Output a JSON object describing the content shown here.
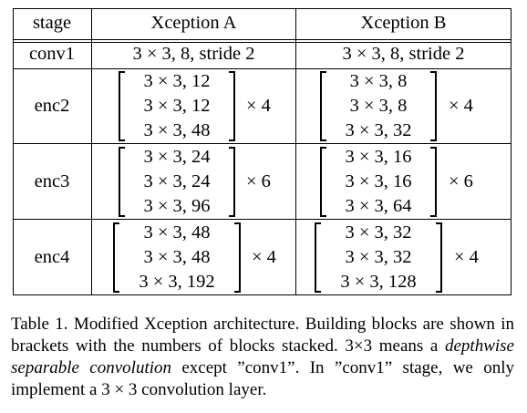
{
  "table": {
    "headers": [
      "stage",
      "Xception A",
      "Xception B"
    ],
    "conv1": {
      "stage": "conv1",
      "a": "3 × 3, 8, stride 2",
      "b": "3 × 3, 8, stride 2"
    },
    "rows": [
      {
        "stage": "enc2",
        "a": {
          "lines": [
            "3 × 3, 12",
            "3 × 3, 12",
            "3 × 3, 48"
          ],
          "times": "× 4"
        },
        "b": {
          "lines": [
            "3 × 3, 8",
            "3 × 3, 8",
            "3 × 3, 32"
          ],
          "times": "× 4"
        }
      },
      {
        "stage": "enc3",
        "a": {
          "lines": [
            "3 × 3, 24",
            "3 × 3, 24",
            "3 × 3, 96"
          ],
          "times": "× 6"
        },
        "b": {
          "lines": [
            "3 × 3, 16",
            "3 × 3, 16",
            "3 × 3, 64"
          ],
          "times": "× 6"
        }
      },
      {
        "stage": "enc4",
        "a": {
          "lines": [
            "3 × 3, 48",
            "3 × 3, 48",
            "3 × 3, 192"
          ],
          "times": "× 4"
        },
        "b": {
          "lines": [
            "3 × 3, 32",
            "3 × 3, 32",
            "3 × 3, 128"
          ],
          "times": "× 4"
        }
      }
    ]
  },
  "caption": {
    "part1": "Table 1. Modified Xception architecture.  Building blocks are shown in brackets with the numbers of blocks stacked. 3×3 means a ",
    "italic": "depthwise separable convolution",
    "part2": " except ”conv1”.  In ”conv1” stage, we only implement a 3 × 3 convolution layer."
  }
}
